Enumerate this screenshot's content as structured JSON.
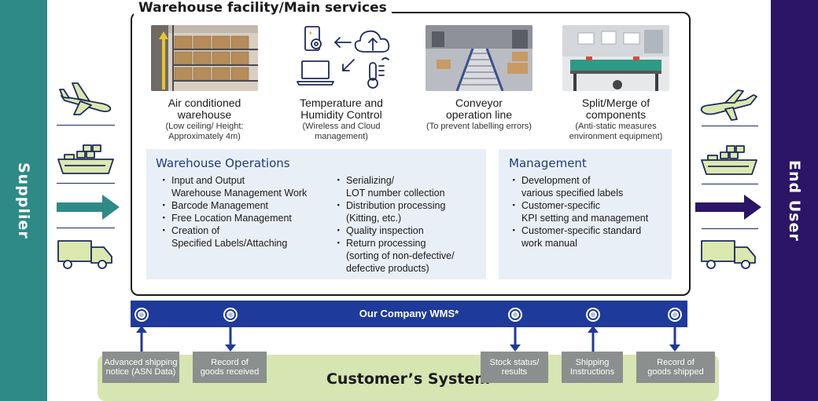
{
  "left_bar": {
    "label": "Supplier"
  },
  "right_bar": {
    "label": "End User"
  },
  "facility": {
    "title": "Warehouse facility/Main services",
    "services": [
      {
        "name": "Air conditioned\nwarehouse",
        "desc": "(Low ceiling/ Height:\nApproximately 4m)"
      },
      {
        "name": "Temperature and\nHumidity Control",
        "desc": "(Wireless and Cloud\nmanagement)"
      },
      {
        "name": "Conveyor\noperation line",
        "desc": "(To prevent labelling errors)"
      },
      {
        "name": "Split/Merge of\ncomponents",
        "desc": "(Anti-static measures\nenvironment equipment)"
      }
    ]
  },
  "operations": {
    "title": "Warehouse Operations",
    "col1": [
      "Input and Output\nWarehouse Management Work",
      "Barcode Management",
      "Free Location Management",
      "Creation of\nSpecified Labels/Attaching"
    ],
    "col2": [
      "Serializing/\nLOT number collection",
      "Distribution processing\n(Kitting, etc.)",
      "Quality inspection",
      "Return processing\n(sorting of non-defective/\ndefective products)"
    ]
  },
  "management": {
    "title": "Management",
    "items": [
      "Development of\nvarious specified labels",
      "Customer-specific\nKPI setting and management",
      "Customer-specific standard\nwork manual"
    ]
  },
  "wms": {
    "label": "Our Company WMS*"
  },
  "customer_system": {
    "label": "Customer’s System",
    "tags": [
      {
        "label": "Advanced shipping\nnotice (ASN Data)",
        "direction": "up"
      },
      {
        "label": "Record of\ngoods received",
        "direction": "down"
      },
      {
        "label": "Stock status/\nresults",
        "direction": "down"
      },
      {
        "label": "Shipping\nInstructions",
        "direction": "up"
      },
      {
        "label": "Record of\ngoods shipped",
        "direction": "down"
      }
    ]
  },
  "icons": [
    "airplane-icon",
    "ship-icon",
    "truck-icon",
    "cloud-upload-icon",
    "phone-gear-icon",
    "laptop-icon",
    "thermometer-icon"
  ],
  "colors": {
    "supplier": "#2e8a86",
    "end_user": "#2b1566",
    "wms": "#1e3a9a",
    "customer": "#d6e5b2",
    "tag": "#8b8f8d",
    "transport_fill": "#dbe8b0"
  }
}
